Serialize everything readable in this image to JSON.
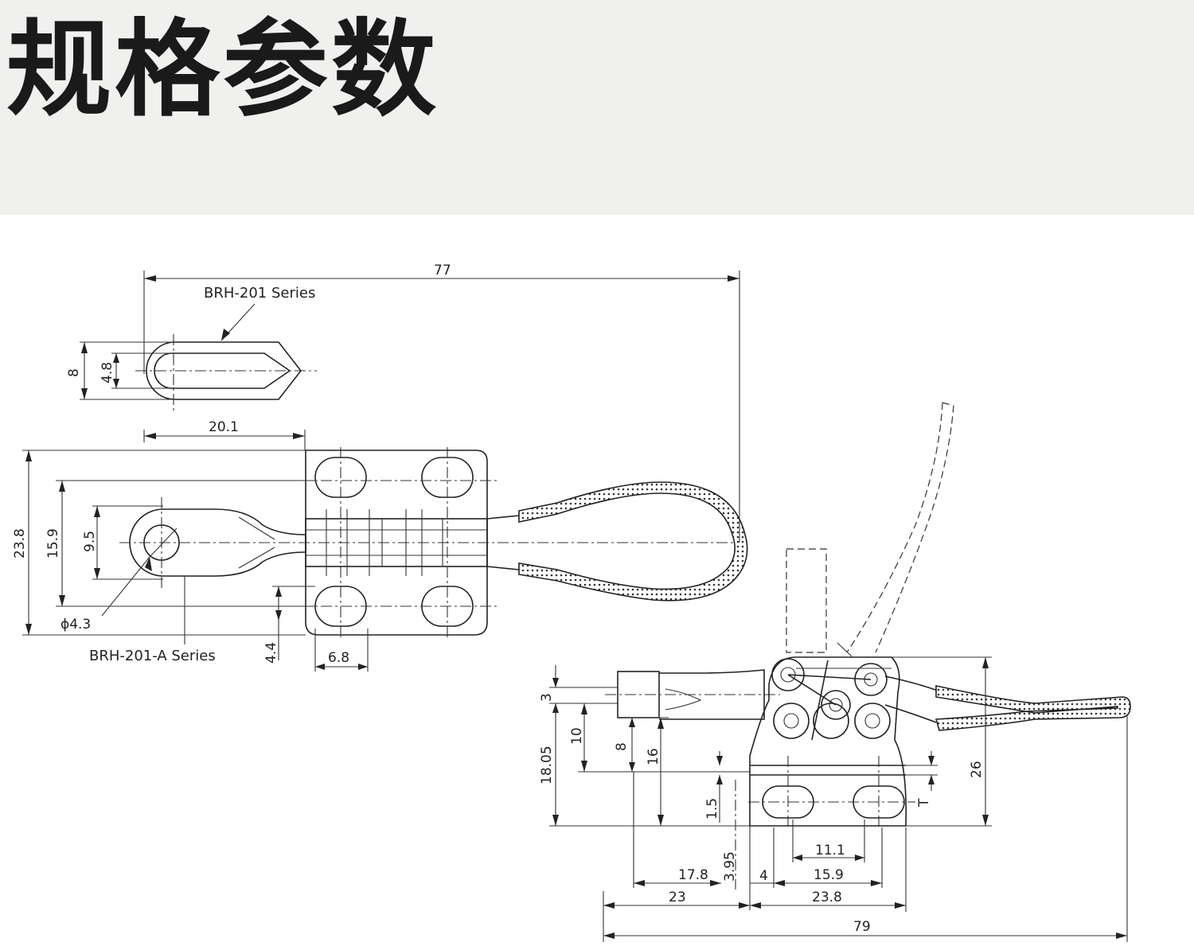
{
  "header": {
    "title": "规格参数",
    "background": "#f0f0ee"
  },
  "drawing": {
    "labels": {
      "series_a": "BRH-201 Series",
      "series_b": "BRH-201-A Series"
    },
    "top_view": {
      "d77": "77",
      "d8": "8",
      "d4_8": "4.8",
      "d20_1": "20.1",
      "d23_8": "23.8",
      "d15_9": "15.9",
      "d9_5": "9.5",
      "phi": "ϕ4.3",
      "d4_4": "4.4",
      "d6_8": "6.8"
    },
    "side_view": {
      "d3": "3",
      "d10": "10",
      "d8": "8",
      "d18_05": "18.05",
      "d16": "16",
      "d1_5": "1.5",
      "d3_95": "3.95",
      "d26": "26",
      "dT": "T",
      "d11_1": "11.1",
      "d17_8": "17.8",
      "d4": "4",
      "d15_9": "15.9",
      "d23": "23",
      "d23_8": "23.8",
      "d79": "79"
    }
  }
}
